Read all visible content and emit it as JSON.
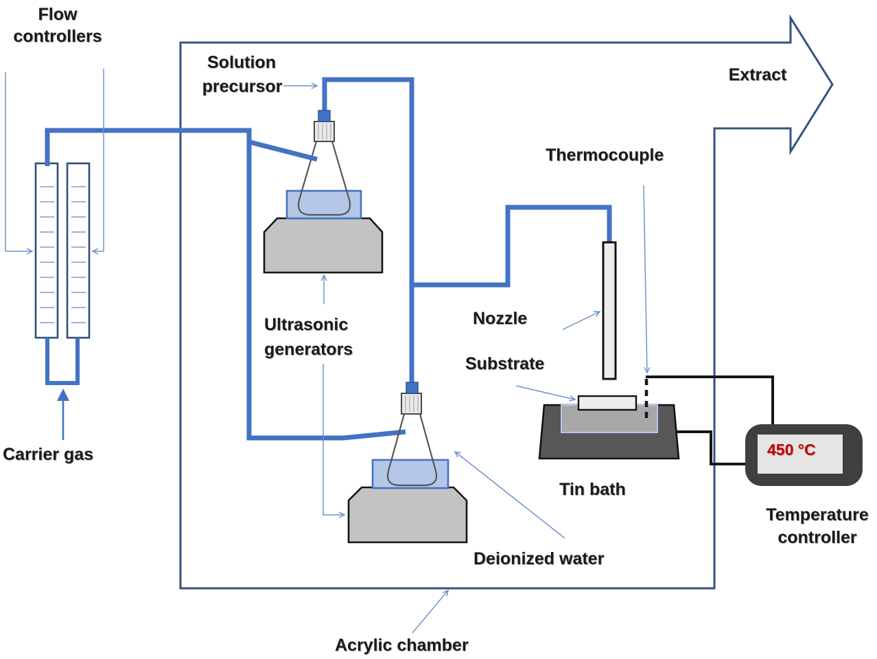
{
  "colors": {
    "pipe": "#4472C4",
    "chamber": "#35527E",
    "pointer": "#6E93CC",
    "ink": "#1A1A1A",
    "bath": "#B4C7E7",
    "bathBorder": "#4472C4",
    "gen": "#C3C3C3",
    "genBorder": "#151515",
    "glassLine": "#555555",
    "glass": "#E9E9E9",
    "nozzle": "#EDEDED",
    "tin": "#575757",
    "pool": "#A8A8A8",
    "poolBorder": "#B4C7E7",
    "wire": "#161616",
    "ctrl": "#3F3F3F",
    "display": "#E5E5E5",
    "temp": "#C00000",
    "tube": "#2E4D7B",
    "tick": "#7A9BD4"
  },
  "labels": {
    "flow_controllers": {
      "line1": "Flow",
      "line2": "controllers"
    },
    "solution_precursor": {
      "line1": "Solution",
      "line2": "precursor"
    },
    "extract": "Extract",
    "thermocouple": "Thermocouple",
    "ultrasonic_generators": {
      "line1": "Ultrasonic",
      "line2": "generators"
    },
    "nozzle": "Nozzle",
    "substrate": "Substrate",
    "carrier_gas": "Carrier gas",
    "tin_bath": "Tin bath",
    "deionized_water": "Deionized water",
    "acrylic_chamber": "Acrylic chamber",
    "temperature_controller": {
      "line1": "Temperature",
      "line2": "controller"
    }
  },
  "temperature_controller_display": "450 °C"
}
